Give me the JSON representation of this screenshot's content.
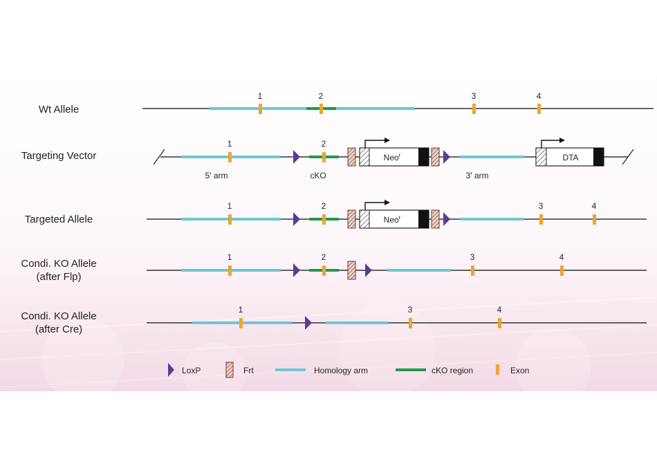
{
  "rows": {
    "wt": {
      "label": "Wt Allele",
      "exons": [
        "1",
        "2",
        "3",
        "4"
      ]
    },
    "vector": {
      "label": "Targeting Vector",
      "exons": [
        "1",
        "2"
      ],
      "arm5": "5' arm",
      "cko": "cKO",
      "arm3": "3' arm",
      "neo": "Neo",
      "neo_sup": "r",
      "dta": "DTA"
    },
    "targeted": {
      "label": "Targeted Allele",
      "exons": [
        "1",
        "2",
        "3",
        "4"
      ],
      "neo": "Neo",
      "neo_sup": "r"
    },
    "flp": {
      "label_line1": "Condi. KO Allele",
      "label_line2": "(after Flp)",
      "exons": [
        "1",
        "2",
        "3",
        "4"
      ]
    },
    "cre": {
      "label_line1": "Condi. KO Allele",
      "label_line2": "(after Cre)",
      "exons": [
        "1",
        "3",
        "4"
      ]
    }
  },
  "legend": {
    "loxp": "LoxP",
    "frt": "Frt",
    "homology": "Homology arm",
    "cko_region": "cKO region",
    "exon": "Exon"
  },
  "colors": {
    "homology_arm": "#6fc6d6",
    "cko_region": "#1f9a47",
    "exon": "#f0a430",
    "loxp": "#5b3a96",
    "frt_fill": "#e8cfc6",
    "line": "#333333"
  }
}
